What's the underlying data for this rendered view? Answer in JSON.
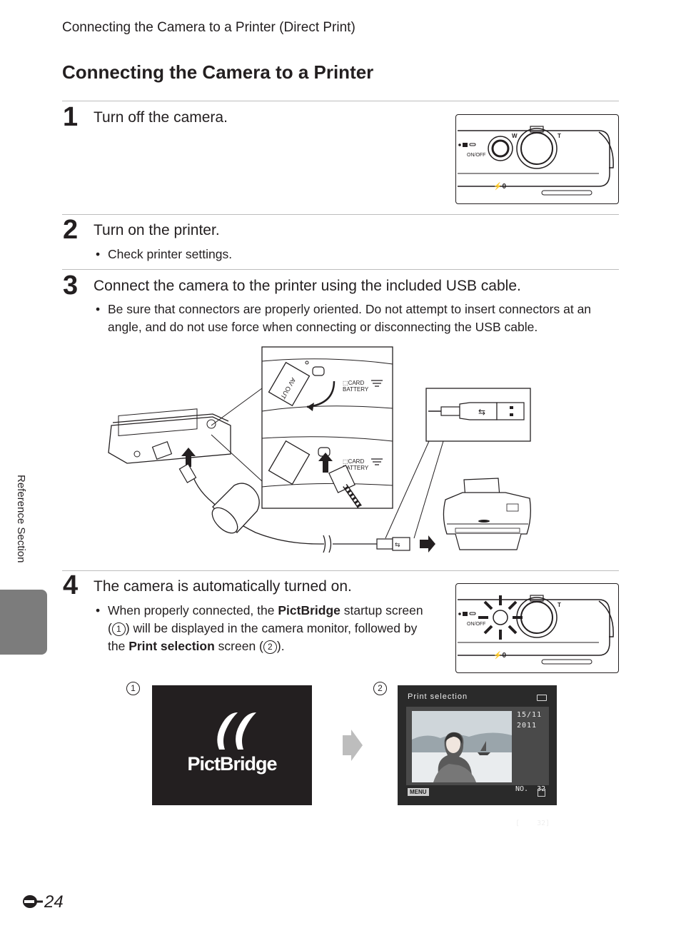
{
  "header": {
    "breadcrumb": "Connecting the Camera to a Printer (Direct Print)"
  },
  "title": "Connecting the Camera to a Printer",
  "steps": [
    {
      "number": "1",
      "text": "Turn off the camera."
    },
    {
      "number": "2",
      "text": "Turn on the printer.",
      "bullet": "Check printer settings."
    },
    {
      "number": "3",
      "text": "Connect the camera to the printer using the included USB cable.",
      "bullet": "Be sure that connectors are properly oriented. Do not attempt to insert connectors at an angle, and do not use force when connecting or disconnecting the USB cable."
    },
    {
      "number": "4",
      "text": "The camera is automatically turned on.",
      "bullet_parts": {
        "p1": "When properly connected, the ",
        "b1": "PictBridge",
        "p2": " startup screen (",
        "c1": "1",
        "p3": ") will be displayed in the camera monitor, followed by the ",
        "b2": "Print selection",
        "p4": " screen (",
        "c2": "2",
        "p5": ")."
      }
    }
  ],
  "illustration": {
    "camera_top": {
      "power_label": "ON/OFF",
      "zoom_w": "W",
      "zoom_t": "T",
      "flash": "⚡0"
    },
    "usb_port": {
      "label_card": "CARD",
      "label_battery": "BATTERY",
      "cable_text": "AV OUT"
    }
  },
  "screens": {
    "labels": [
      "1",
      "2"
    ],
    "pictbridge": {
      "logo_text": "PictBridge"
    },
    "print_selection": {
      "title": "Print selection",
      "date_line1": "15/11",
      "date_line2": "2011",
      "no_line": "NO.  32",
      "count_line": "[    32]",
      "menu_label": "MENU"
    }
  },
  "sidebar": {
    "section_label": "Reference Section"
  },
  "footer": {
    "page_number": "24"
  },
  "colors": {
    "text": "#231f20",
    "rule": "#bdbdbd",
    "tab": "#7c7c7c",
    "screen": "#231f20"
  }
}
